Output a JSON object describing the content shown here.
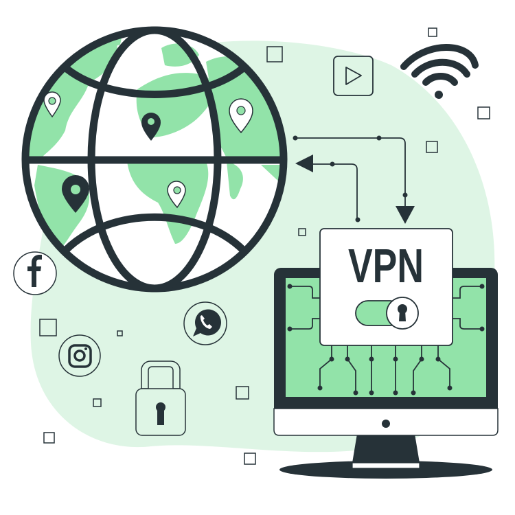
{
  "illustration": {
    "subject": "VPN network security",
    "vpn_label": "VPN",
    "toggle_state": "on",
    "icons": [
      "globe-icon",
      "location-pin-icon",
      "wifi-icon",
      "play-icon",
      "facebook-icon",
      "instagram-icon",
      "whatsapp-icon",
      "padlock-icon",
      "monitor-icon",
      "toggle-lock-icon"
    ]
  },
  "colors": {
    "dark": "#263238",
    "green": "#92E3A9",
    "blob": "#DEF5E5",
    "white": "#FFFFFF"
  }
}
